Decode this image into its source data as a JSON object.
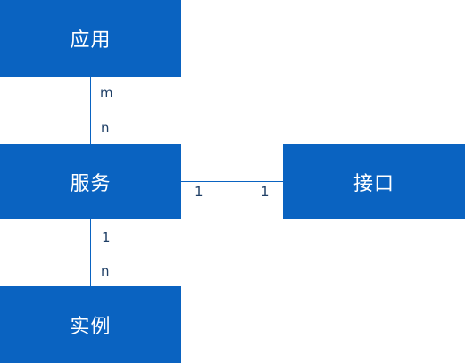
{
  "colors": {
    "box_fill": "#0a63c1",
    "box_text": "#ffffff",
    "line": "#0a63c1",
    "multiplicity_text": "#1f3f66",
    "background": "#ffffff"
  },
  "nodes": {
    "app": "应用",
    "service": "服务",
    "interface": "接口",
    "instance": "实例"
  },
  "relations": {
    "app_service": {
      "app_end": "m",
      "service_end": "n"
    },
    "service_instance": {
      "service_end": "1",
      "instance_end": "n"
    },
    "service_interface": {
      "service_end": "1",
      "interface_end": "1"
    }
  }
}
